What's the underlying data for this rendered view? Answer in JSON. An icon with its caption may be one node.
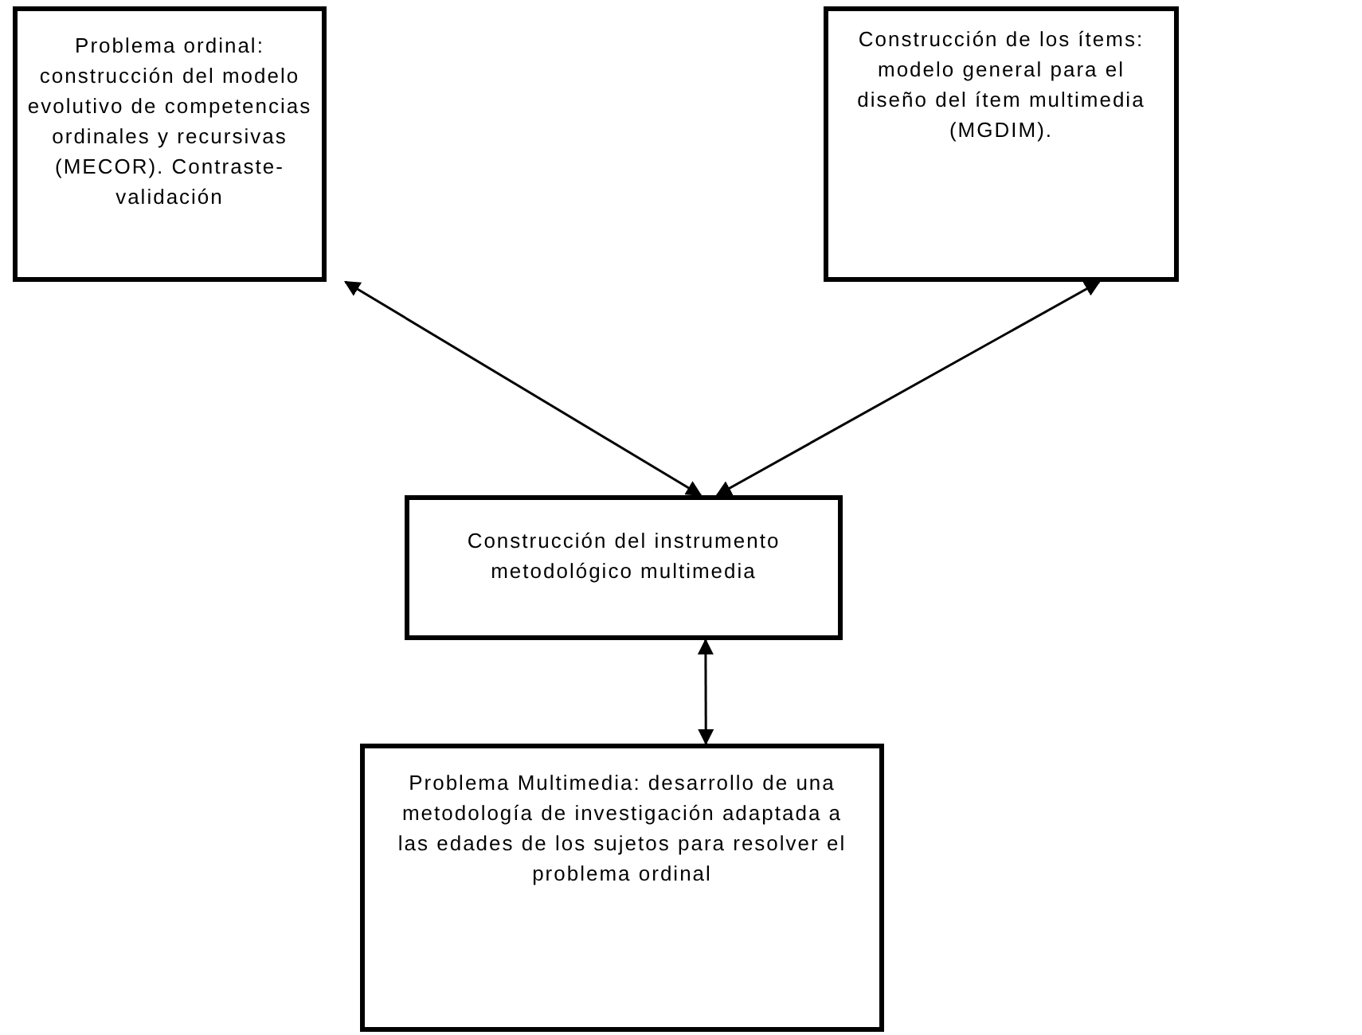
{
  "diagram": {
    "nodes": [
      {
        "text": [
          "Problema ordinal: construcción del modelo evolutivo de competencias ordinales y recursivas (MECOR). Contraste-validación"
        ]
      },
      {
        "text": [
          "Construcción de los ítems: modelo general para el diseño del ítem multimedia (MGDIM)."
        ]
      },
      {
        "text": [
          "Construcción del instrumento metodológico multimedia"
        ]
      },
      {
        "text": [
          "Problema Multimedia: desarrollo de una metodología de investigación adaptada a las edades de los sujetos para resolver el problema ordinal"
        ]
      }
    ],
    "edges": [
      {
        "from": 0,
        "to": 2,
        "arrow": "both"
      },
      {
        "from": 1,
        "to": 2,
        "arrow": "both"
      },
      {
        "from": 2,
        "to": 3,
        "arrow": "both"
      }
    ]
  }
}
